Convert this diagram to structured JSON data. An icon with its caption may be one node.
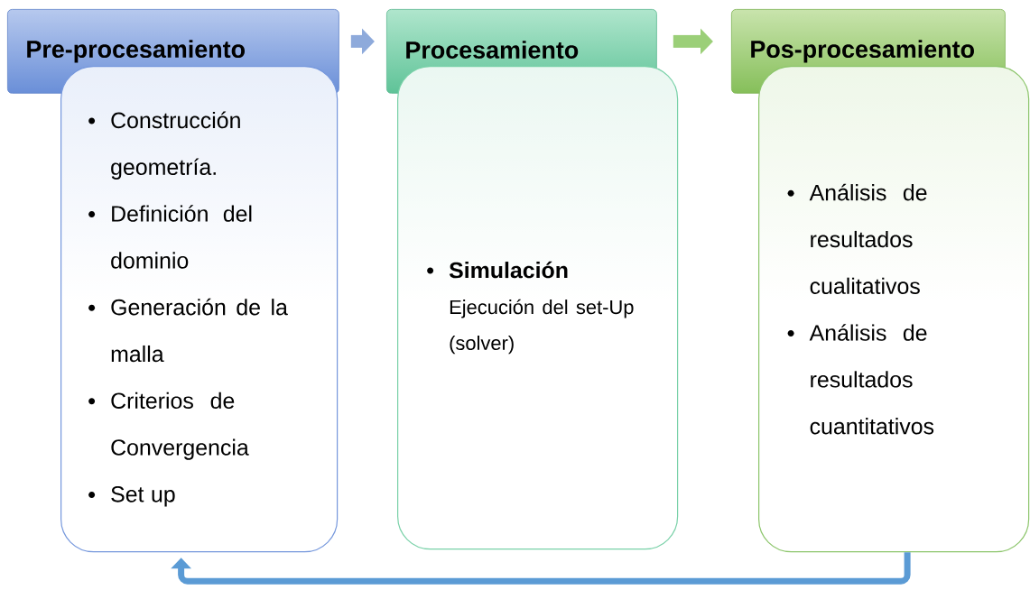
{
  "diagram": {
    "nodes": [
      {
        "text": [
          "Pre-procesamiento"
        ]
      },
      {
        "text": [
          "Construcción geometría.",
          "Definición del dominio",
          "Generación de la malla",
          "Criterios de Convergencia",
          "Set up"
        ]
      },
      {
        "text": [
          "Procesamiento"
        ]
      },
      {
        "text": [
          "Simulación",
          "Ejecución del set-Up (solver)"
        ]
      },
      {
        "text": [
          "Pos-procesamiento"
        ]
      },
      {
        "text": [
          "Análisis de resultados cualitativos",
          "Análisis de resultados cuantitativos"
        ]
      }
    ],
    "edges": [
      {
        "from": 0,
        "to": 2,
        "arrow": "to",
        "color": "#8eaadb"
      },
      {
        "from": 2,
        "to": 4,
        "arrow": "to",
        "color": "#9bcf78"
      },
      {
        "from": 5,
        "to": 1,
        "arrow": "to",
        "color": "#5b9bd5"
      }
    ]
  }
}
